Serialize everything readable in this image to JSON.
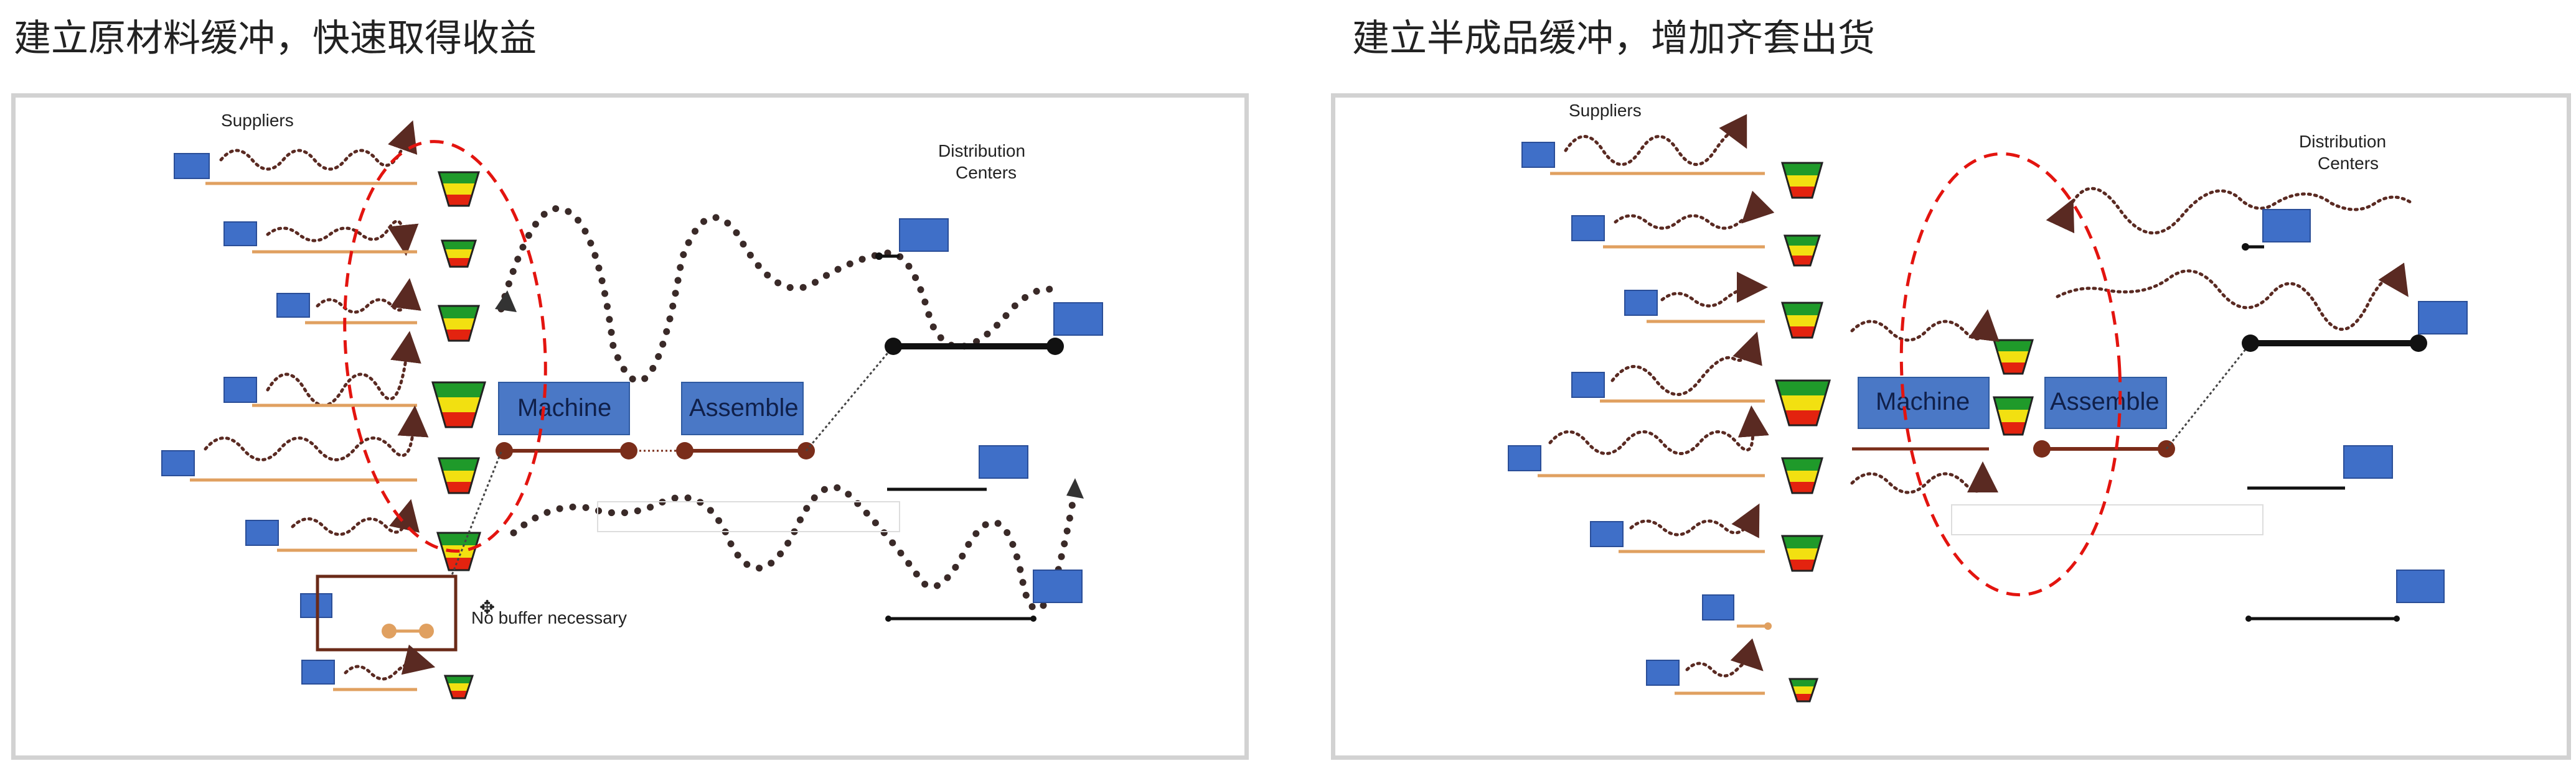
{
  "panels": [
    {
      "title": "建立原材料缓冲，快速取得收益",
      "labels": {
        "suppliers": "Suppliers",
        "distribution_line1": "Distribution",
        "distribution_line2": "Centers",
        "machine": "Machine",
        "assemble": "Assemble",
        "no_buffer": "No buffer necessary"
      }
    },
    {
      "title": "建立半成品缓冲，增加齐套出货",
      "labels": {
        "suppliers": "Suppliers",
        "distribution_line1": "Distribution",
        "distribution_line2": "Centers",
        "machine": "Machine",
        "assemble": "Assemble"
      }
    }
  ],
  "colors": {
    "buffer_green": "#1f9a2a",
    "buffer_yellow": "#f2e011",
    "buffer_red": "#e3230f",
    "supplier_box": "#3f6fc8",
    "highlight_ellipse": "#e3140f",
    "route_line": "#7a2d1a"
  }
}
